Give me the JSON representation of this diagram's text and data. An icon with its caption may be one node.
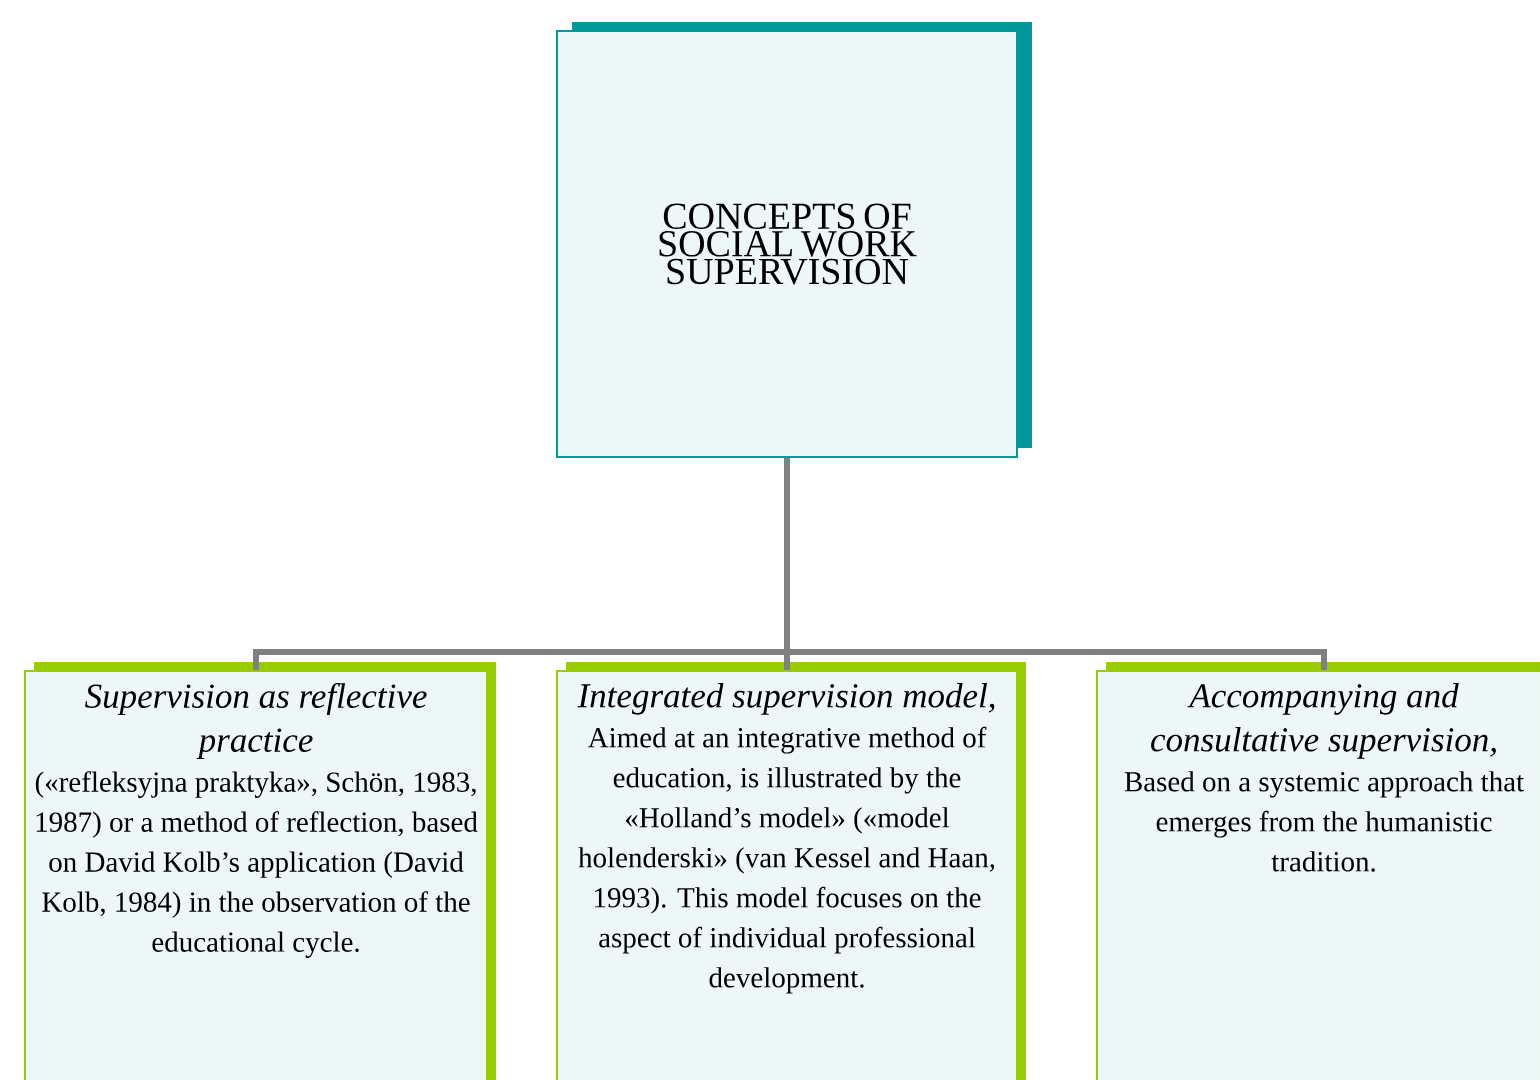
{
  "diagram": {
    "nodes": [
      {
        "text": [
          "CONCEPTS OF SOCIAL WORK SUPERVISION"
        ]
      },
      {
        "text": [
          "Supervision as reflective practice",
          "(«refleksyjna praktyka», Schön, 1983, 1987) or a method of reflection, based on David Kolb’s application (David Kolb, 1984) in the observation of the educational cycle."
        ]
      },
      {
        "text": [
          "Integrated supervision model,",
          "Aimed at an integrative method of education, is illustrated by the «Holland’s model» («model holenderski» (van Kessel and Haan, 1993). This model focuses on the aspect of individual professional development."
        ]
      },
      {
        "text": [
          "Accompanying and consultative supervision,",
          "Based on a systemic approach that emerges from the humanistic tradition."
        ]
      }
    ],
    "edges": [
      {
        "from": 0,
        "to": 1,
        "arrow": "none"
      },
      {
        "from": 0,
        "to": 2,
        "arrow": "none"
      },
      {
        "from": 0,
        "to": 3,
        "arrow": "none"
      }
    ]
  }
}
